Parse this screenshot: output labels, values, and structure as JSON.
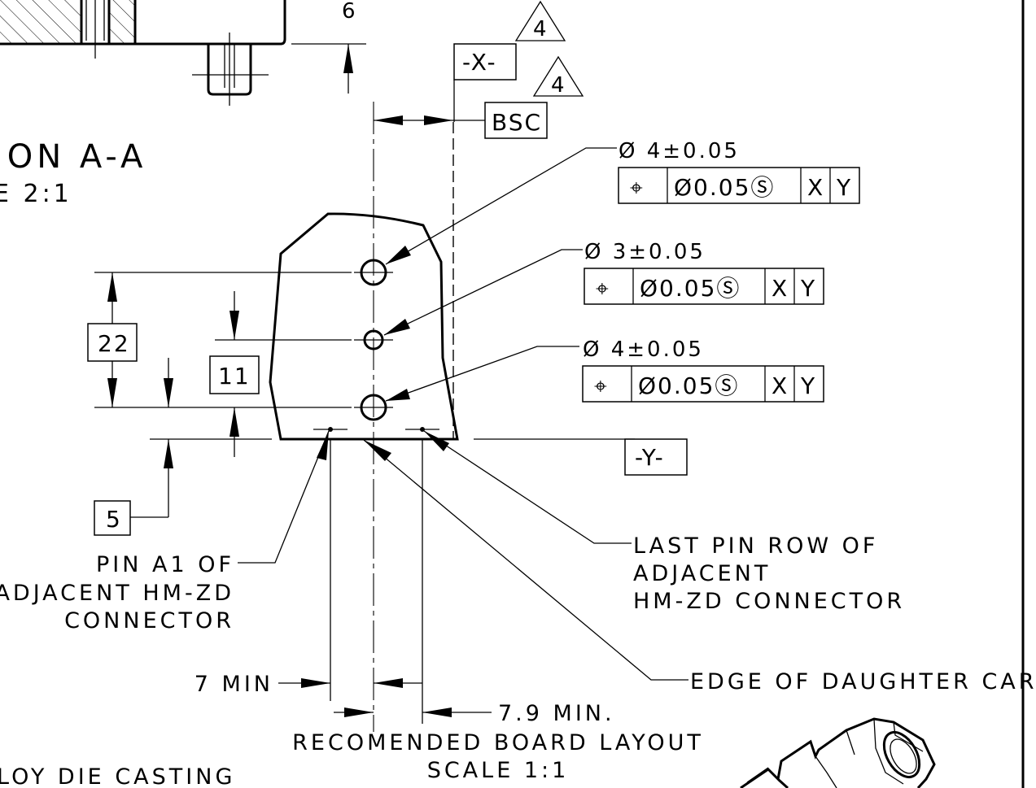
{
  "section": {
    "title": "ION A-A",
    "scale": "E 2:1"
  },
  "top_dimension": "6",
  "datums": {
    "x": "-X-",
    "y": "-Y-",
    "flag_note": "4",
    "bsc": "BSC"
  },
  "holes": [
    {
      "size": "Ø 4±0.05",
      "frame": {
        "symbol": "⌖",
        "tolerance": "Ø0.05Ⓢ",
        "datum1": "X",
        "datum2": "Y"
      }
    },
    {
      "size": "Ø 3±0.05",
      "frame": {
        "symbol": "⌖",
        "tolerance": "Ø0.05Ⓢ",
        "datum1": "X",
        "datum2": "Y"
      }
    },
    {
      "size": "Ø 4±0.05",
      "frame": {
        "symbol": "⌖",
        "tolerance": "Ø0.05Ⓢ",
        "datum1": "X",
        "datum2": "Y"
      }
    }
  ],
  "dimensions": {
    "d22": "22",
    "d11": "11",
    "d5": "5",
    "min7": "7 MIN",
    "min79": "7.9 MIN."
  },
  "notes": {
    "pin_a1": [
      "PIN A1 OF",
      "ADJACENT HM-ZD",
      "CONNECTOR"
    ],
    "last_pin": [
      "LAST PIN ROW OF",
      "ADJACENT",
      "HM-ZD CONNECTOR"
    ],
    "edge": "EDGE OF DAUGHTER CARD"
  },
  "layout_title": {
    "line1": "RECOMENDED BOARD LAYOUT",
    "line2": "SCALE 1:1"
  },
  "material_note": "LOY DIE CASTING"
}
